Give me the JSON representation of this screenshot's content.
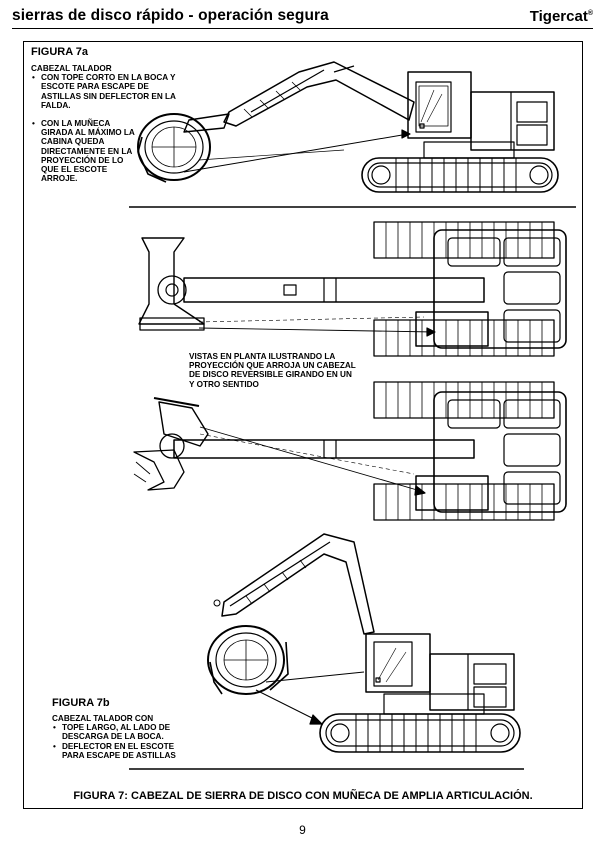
{
  "header": {
    "title": "sierras de disco rápido - operación segura",
    "brand": "Tigercat",
    "brand_mark": "®"
  },
  "figure_7a": {
    "label": "FIGURA 7a",
    "subtitle": "CABEZAL TALADOR",
    "bullets": [
      "CON TOPE CORTO EN LA BOCA Y ESCOTE PARA ESCAPE DE ASTILLAS SIN DEFLECTOR EN LA FALDA.",
      "CON LA MUÑECA GIRADA AL MÁXIMO LA CABINA QUEDA DIRECTAMENTE EN LA PROYECCIÓN DE LO QUE EL ESCOTE ARROJE."
    ]
  },
  "plan_views": {
    "note": "VISTAS EN PLANTA ILUSTRANDO LA PROYECCIÓN QUE ARROJA UN CABEZAL DE DISCO REVERSIBLE GIRANDO EN UN Y OTRO SENTIDO"
  },
  "figure_7b": {
    "label": "FIGURA 7b",
    "subtitle": "CABEZAL TALADOR CON",
    "bullets": [
      "TOPE LARGO, AL LADO DE DESCARGA DE LA BOCA.",
      "DEFLECTOR EN EL ESCOTE PARA ESCAPE DE ASTILLAS"
    ]
  },
  "caption": "FIGURA 7: CABEZAL DE SIERRA DE DISCO CON MUÑECA DE AMPLIA ARTICULACIÓN.",
  "page_number": "9",
  "colors": {
    "ink": "#000000",
    "paper": "#ffffff"
  }
}
